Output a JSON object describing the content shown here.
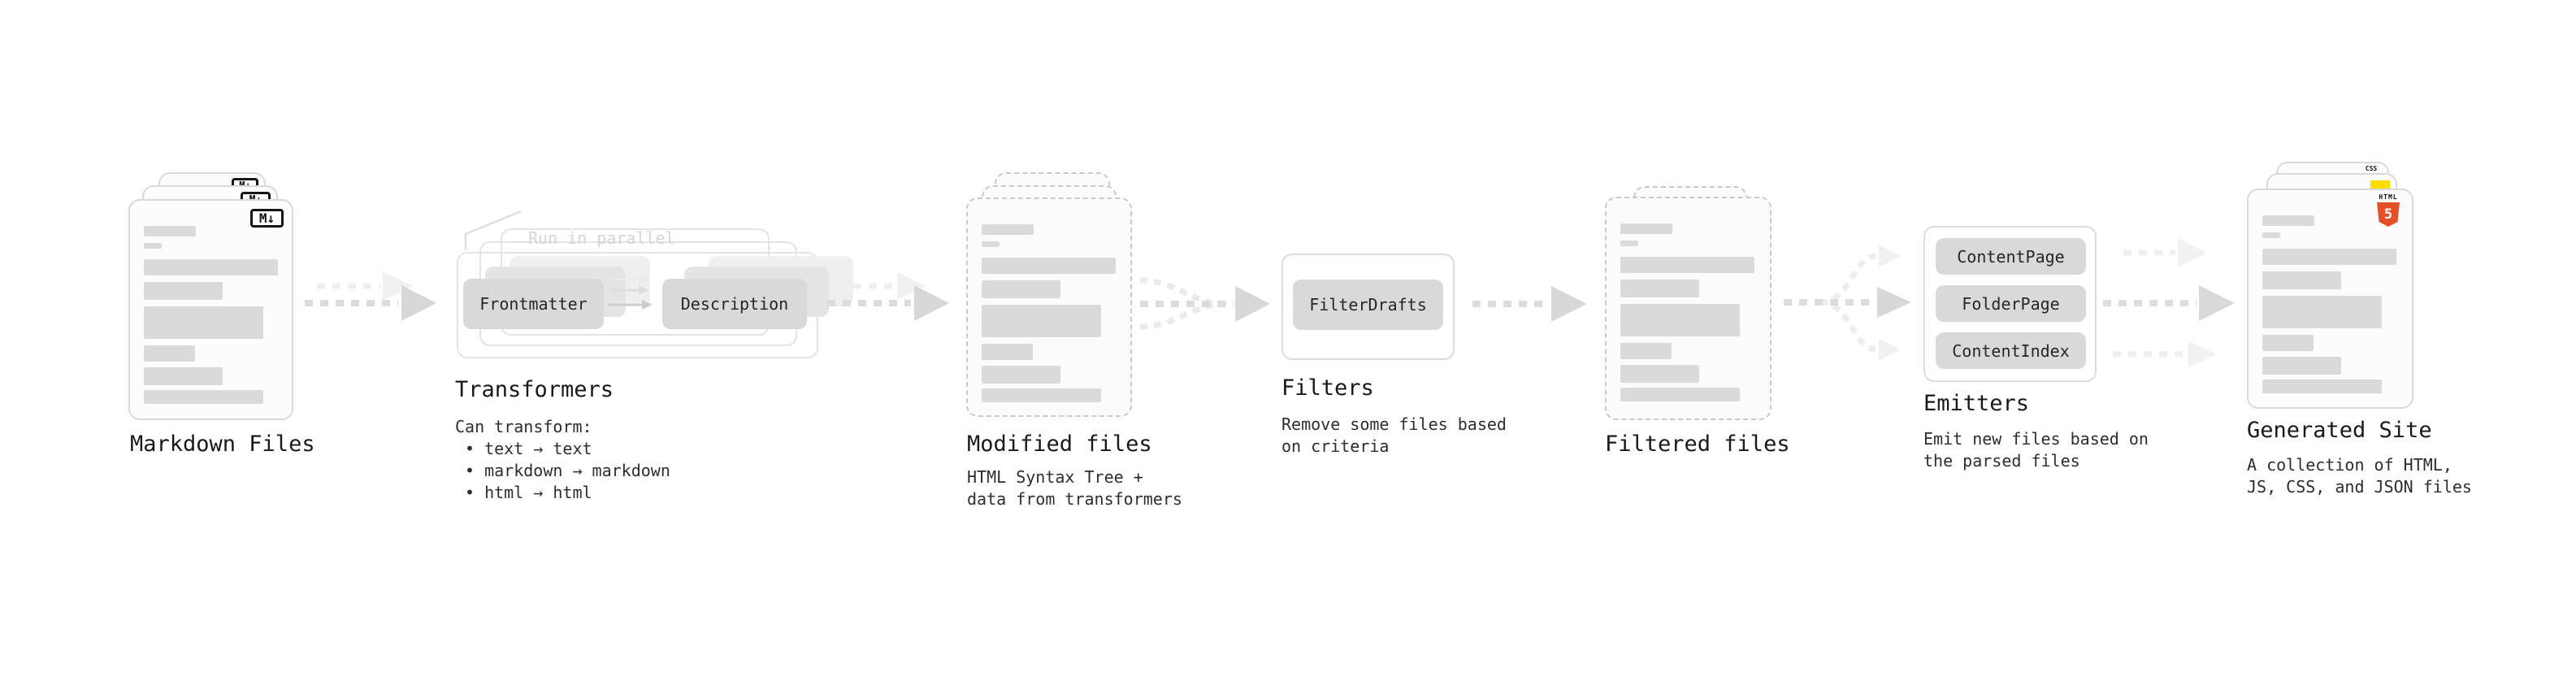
{
  "markdown_files": {
    "label": "Markdown Files",
    "icon": "markdown-icon",
    "icon_text": "M↓"
  },
  "transformers": {
    "label": "Transformers",
    "annotation": "Run in parallel",
    "pill_left": "Frontmatter",
    "pill_right": "Description",
    "caption_title": "Can transform:",
    "bullets": [
      "• text → text",
      "• markdown → markdown",
      "• html → html"
    ]
  },
  "modified_files": {
    "label": "Modified files",
    "caption_lines": [
      "HTML Syntax Tree +",
      "data from transformers"
    ]
  },
  "filters": {
    "label": "Filters",
    "pill": "FilterDrafts",
    "caption_lines": [
      "Remove some files based",
      "on criteria"
    ]
  },
  "filtered_files": {
    "label": "Filtered files"
  },
  "emitters": {
    "label": "Emitters",
    "pills": [
      "ContentPage",
      "FolderPage",
      "ContentIndex"
    ],
    "caption_lines": [
      "Emit new files based on",
      "the parsed files"
    ]
  },
  "generated_site": {
    "label": "Generated Site",
    "caption_lines": [
      "A collection of HTML,",
      "JS, CSS, and JSON files"
    ],
    "html5_icon_word": "HTML",
    "html5_icon_number": "5",
    "css_icon_word": "CSS"
  },
  "colors": {
    "html5_orange": "#E34F26",
    "js_yellow": "#FFDD00",
    "css_blue": "#2D6BE0"
  }
}
